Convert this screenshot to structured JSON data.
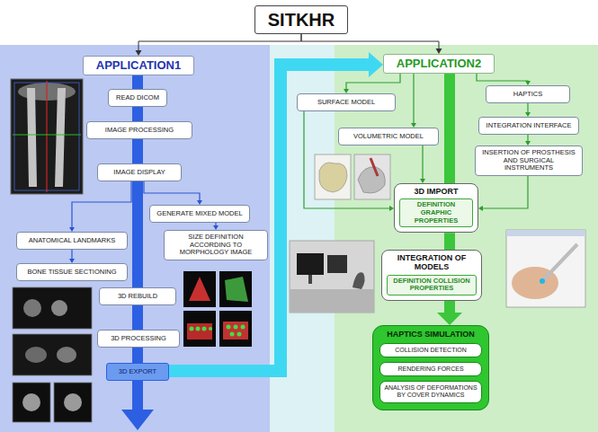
{
  "diagram": {
    "nodes": [
      {
        "text": [
          "SITKHR"
        ]
      },
      {
        "text": [
          "APPLICATION1"
        ]
      },
      {
        "text": [
          "READ DICOM"
        ]
      },
      {
        "text": [
          "IMAGE PROCESSING"
        ]
      },
      {
        "text": [
          "IMAGE DISPLAY"
        ]
      },
      {
        "text": [
          "GENERATE MIXED MODEL"
        ]
      },
      {
        "text": [
          "SIZE DEFINITION ACCORDING TO MORPHOLOGY IMAGE"
        ]
      },
      {
        "text": [
          "ANATOMICAL LANDMARKS"
        ]
      },
      {
        "text": [
          "BONE TISSUE SECTIONING"
        ]
      },
      {
        "text": [
          "3D REBUILD"
        ]
      },
      {
        "text": [
          "3D PROCESSING"
        ]
      },
      {
        "text": [
          "3D EXPORT"
        ]
      },
      {
        "text": [
          "APPLICATION2"
        ]
      },
      {
        "text": [
          "SURFACE MODEL"
        ]
      },
      {
        "text": [
          "HAPTICS"
        ]
      },
      {
        "text": [
          "INTEGRATION INTERFACE"
        ]
      },
      {
        "text": [
          "VOLUMETRIC MODEL"
        ]
      },
      {
        "text": [
          "INSERTION OF PROSTHESIS AND SURGICAL INSTRUMENTS"
        ]
      },
      {
        "text": [
          "3D IMPORT"
        ]
      },
      {
        "text": [
          "DEFINITION GRAPHIC PROPERTIES"
        ],
        "in": 18
      },
      {
        "text": [
          "INTEGRATION OF MODELS"
        ]
      },
      {
        "text": [
          "DEFINITION COLLISION PROPERTIES"
        ],
        "in": 20
      },
      {
        "text": [
          "HAPTICS SIMULATION"
        ]
      },
      {
        "text": [
          "COLLISION DETECTION"
        ],
        "in": 22
      },
      {
        "text": [
          "RENDERING FORCES"
        ],
        "in": 22
      },
      {
        "text": [
          "ANALYSIS OF DEFORMATIONS BY COVER DYNAMICS"
        ],
        "in": 22
      }
    ],
    "edges": [
      {
        "from": 0,
        "to": 1,
        "arrow": "to"
      },
      {
        "from": 0,
        "to": 12,
        "arrow": "to"
      },
      {
        "from": 1,
        "to": 2,
        "arrow": "none"
      },
      {
        "from": 2,
        "to": 3,
        "arrow": "none"
      },
      {
        "from": 3,
        "to": 4,
        "arrow": "none"
      },
      {
        "from": 4,
        "to": 9,
        "arrow": "none"
      },
      {
        "from": 9,
        "to": 10,
        "arrow": "none"
      },
      {
        "from": 10,
        "to": 11,
        "arrow": "none"
      },
      {
        "from": 4,
        "to": 5,
        "arrow": "to"
      },
      {
        "from": 5,
        "to": 6,
        "arrow": "to"
      },
      {
        "from": 4,
        "to": 7,
        "arrow": "to"
      },
      {
        "from": 7,
        "to": 8,
        "arrow": "to"
      },
      {
        "from": 11,
        "to": 12,
        "arrow": "to"
      },
      {
        "from": 12,
        "to": 13,
        "arrow": "to"
      },
      {
        "from": 12,
        "to": 14,
        "arrow": "to"
      },
      {
        "from": 12,
        "to": 16,
        "arrow": "to"
      },
      {
        "from": 12,
        "to": 18,
        "arrow": "none"
      },
      {
        "from": 13,
        "to": 18,
        "arrow": "to"
      },
      {
        "from": 16,
        "to": 18,
        "arrow": "to"
      },
      {
        "from": 14,
        "to": 15,
        "arrow": "to"
      },
      {
        "from": 15,
        "to": 17,
        "arrow": "to"
      },
      {
        "from": 17,
        "to": 18,
        "arrow": "to"
      },
      {
        "from": 18,
        "to": 20,
        "arrow": "none"
      },
      {
        "from": 20,
        "to": 22,
        "arrow": "to"
      }
    ]
  }
}
